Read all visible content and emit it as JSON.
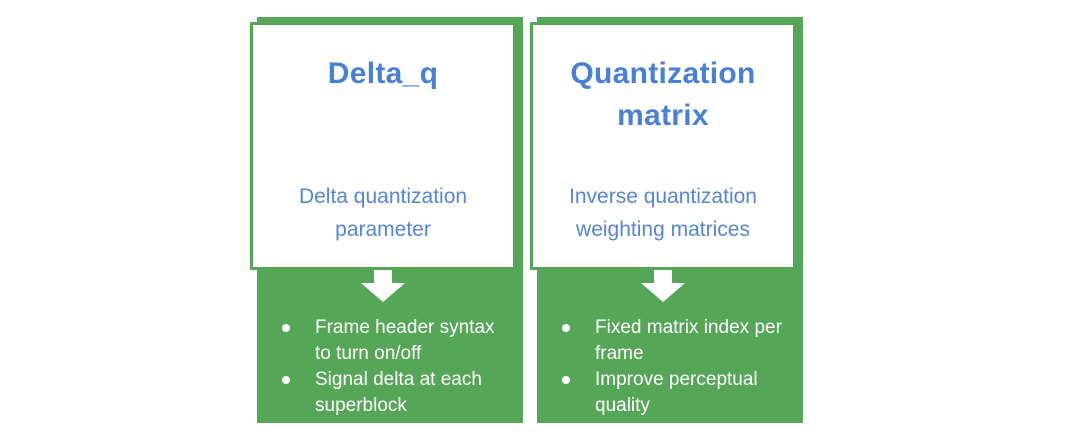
{
  "colors": {
    "green": "#56a658",
    "blue": "#4a7fd6",
    "blue-light": "#5585d6",
    "page-bg": "#ffffff",
    "card-bg": "#ffffff",
    "bullet-text": "#ffffff"
  },
  "icons": {
    "down_arrow": "white-down-arrow",
    "bullet_dot": "white-circle"
  },
  "cards": [
    {
      "title": "Delta_q",
      "subtitle": "Delta quantization parameter",
      "bullets": [
        "Frame header syntax to turn on/off",
        "Signal delta at each superblock"
      ]
    },
    {
      "title": "Quantization matrix",
      "subtitle": "Inverse quantization weighting matrices",
      "bullets": [
        "Fixed matrix index per frame",
        "Improve perceptual quality"
      ]
    }
  ]
}
